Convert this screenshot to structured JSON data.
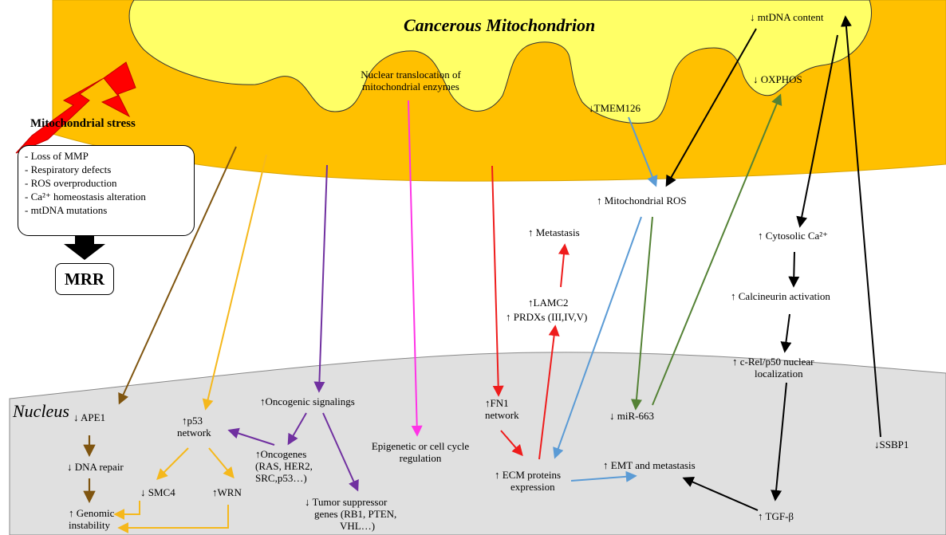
{
  "title": "Cancerous Mitochondrion",
  "nucleus_label": "Nucleus",
  "stress": {
    "heading": "Mitochondrial stress",
    "items": [
      "Loss of MMP",
      "Respiratory defects",
      "ROS overproduction",
      "Ca²⁺ homeostasis alteration",
      "mtDNA mutations"
    ],
    "outcome": "MRR"
  },
  "labels": {
    "mtdna": "mtDNA content",
    "oxphos": "OXPHOS",
    "tmem126": "TMEM126",
    "nuclear_transloc_1": "Nuclear translocation of",
    "nuclear_transloc_2": "mitochondrial enzymes",
    "mito_ros": "Mitochondrial ROS",
    "metastasis": "Metastasis",
    "lamc2": "LAMC2",
    "prdxs": "PRDXs (III,IV,V)",
    "cyto_ca": "Cytosolic Ca²⁺",
    "calcineurin": "Calcineurin activation",
    "crel_1": "c-Rel/p50 nuclear",
    "crel_2": "localization",
    "ape1": "APE1",
    "dna_repair": "DNA repair",
    "genomic_1": "Genomic",
    "genomic_2": "instability",
    "p53_1": "p53",
    "p53_2": "network",
    "smc4": "SMC4",
    "wrn": "WRN",
    "oncogenic": "Oncogenic signalings",
    "oncogenes_1": "Oncogenes",
    "oncogenes_2": "(RAS, HER2,",
    "oncogenes_3": "SRC,p53…)",
    "tumor_1": "Tumor suppressor",
    "tumor_2": "genes (RB1, PTEN,",
    "tumor_3": "VHL…)",
    "epigenetic_1": "Epigenetic or cell cycle",
    "epigenetic_2": "regulation",
    "fn1_1": "FN1",
    "fn1_2": "network",
    "ecm_1": "ECM proteins",
    "ecm_2": "expression",
    "mir663": "miR-663",
    "emt": "EMT and metastasis",
    "tgfb": "TGF-β",
    "ssbp1": "SSBP1"
  },
  "colors": {
    "mito_outer": "#FFC000",
    "mito_inner": "#FFFF66",
    "nucleus": "#E0E0E0",
    "brown": "#7F5510",
    "yellow": "#F5B81C",
    "purple": "#7030A0",
    "magenta": "#FF33E6",
    "red": "#EE1C1C",
    "blue": "#5B9BD5",
    "green": "#548235",
    "black": "#000000",
    "stress_bolt": "#FF0000"
  }
}
